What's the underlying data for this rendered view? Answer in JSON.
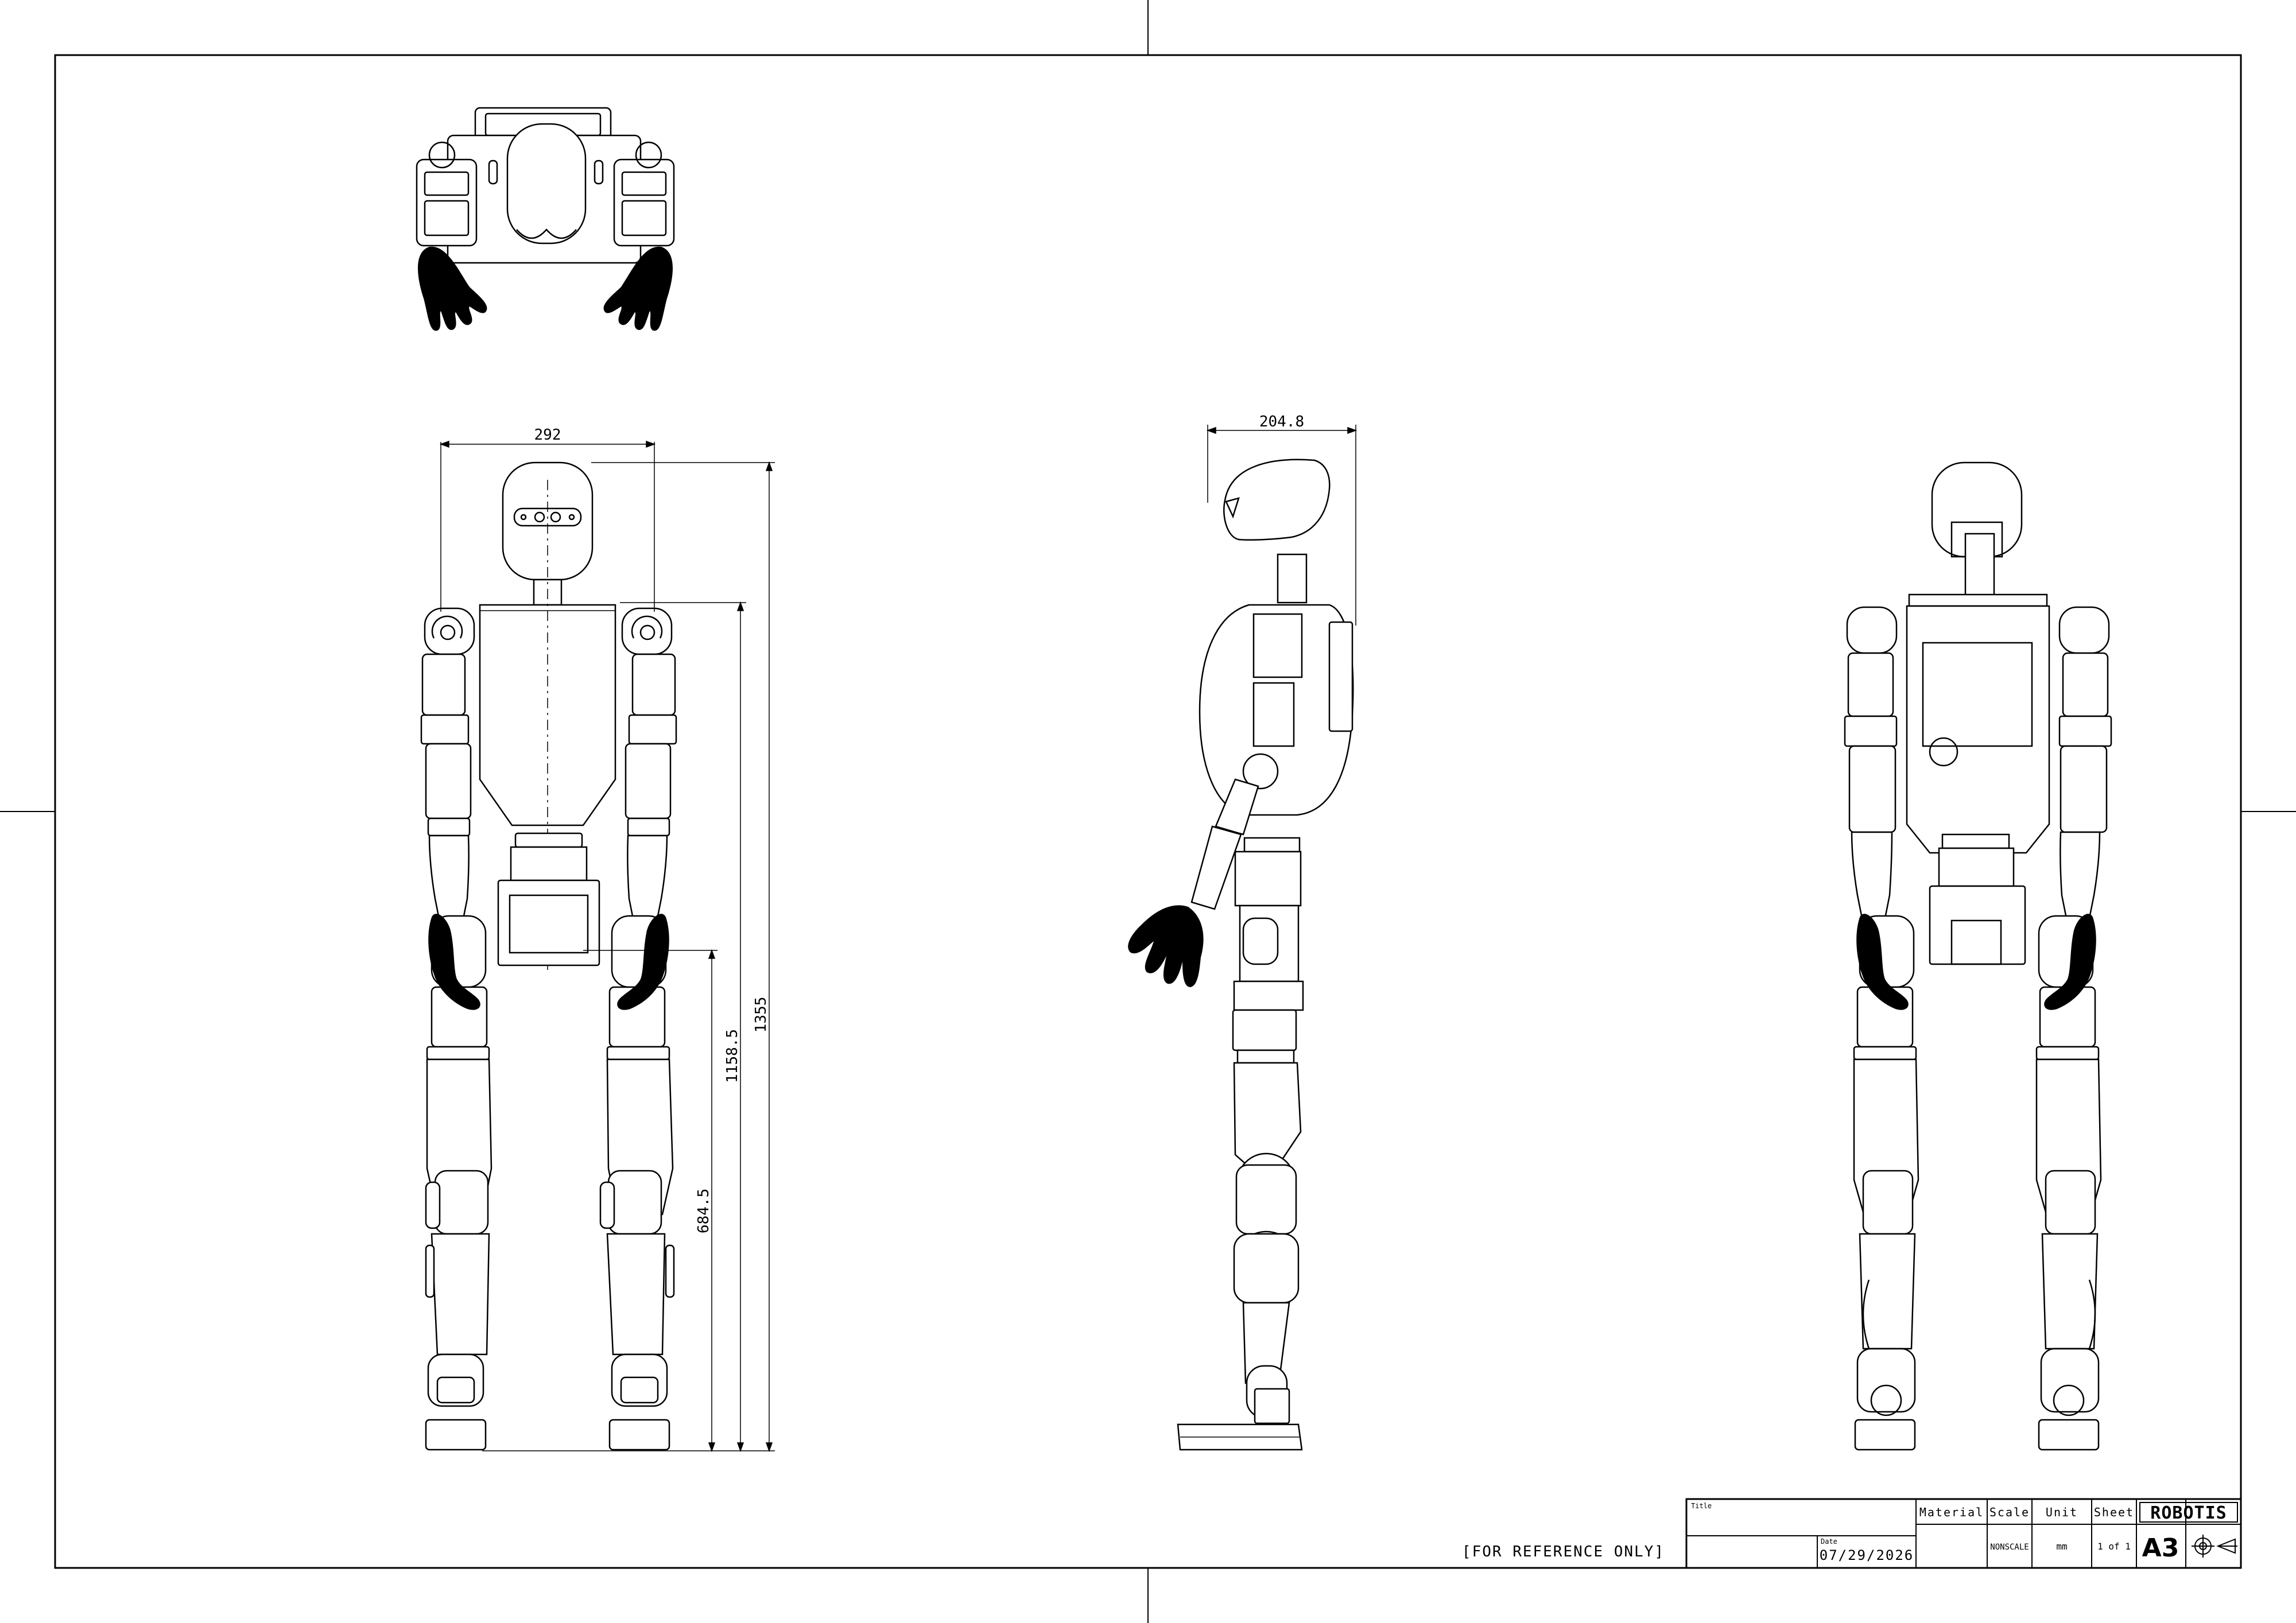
{
  "drawing": {
    "dimensions": {
      "front_width": "292",
      "side_depth": "204.8",
      "total_height": "1355",
      "shoulder_height": "1158.5",
      "hip_height": "684.5"
    },
    "reference_note": "[FOR REFERENCE ONLY]",
    "title_block": {
      "title_label": "Title",
      "title_value": "",
      "date_label": "Date",
      "date_value": "07/29/2026",
      "material_label": "Material",
      "material_value": "",
      "scale_label": "Scale",
      "scale_value": "NONSCALE",
      "unit_label": "Unit",
      "unit_value": "mm",
      "sheet_label": "Sheet",
      "sheet_value": "1 of 1",
      "brand": "ROBOTIS",
      "paper_size": "A3"
    }
  },
  "colors": {
    "line": "#000000",
    "background": "#ffffff",
    "hand_fill": "#000000"
  },
  "icons": {
    "projection_symbol": "third-angle-projection-icon"
  }
}
